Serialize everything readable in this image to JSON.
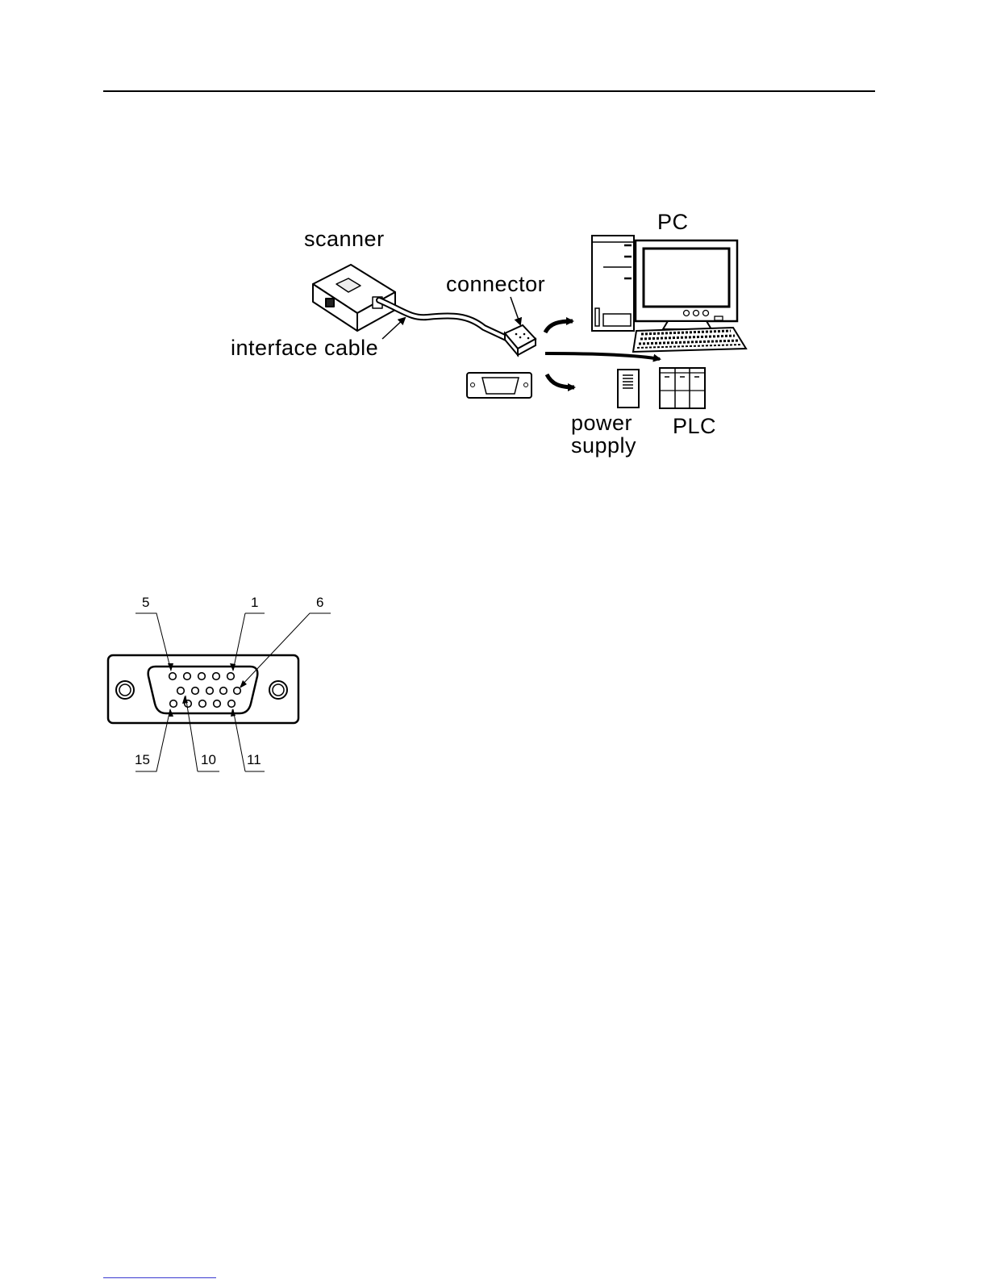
{
  "system_diagram": {
    "labels": {
      "scanner": "scanner",
      "connector": "connector",
      "interface_cable": "interface cable",
      "pc": "PC",
      "power_supply_line1": "power",
      "power_supply_line2": "supply",
      "plc": "PLC"
    }
  },
  "pinout_diagram": {
    "pin_labels": {
      "p5": "5",
      "p1": "1",
      "p6": "6",
      "p15": "15",
      "p10": "10",
      "p11": "11"
    }
  }
}
